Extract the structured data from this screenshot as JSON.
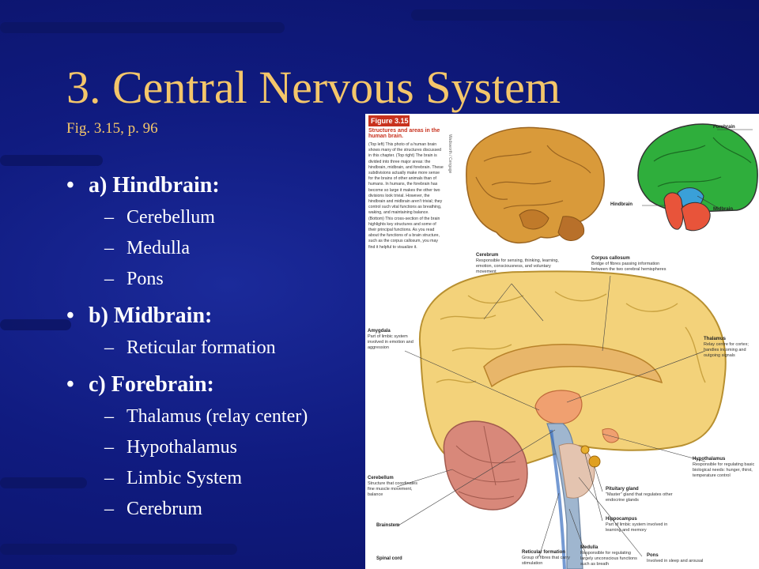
{
  "slide": {
    "title": "3. Central Nervous System",
    "subtitle": "Fig. 3.15, p. 96"
  },
  "bullets": [
    {
      "heading": "a) Hindbrain:",
      "items": [
        "Cerebellum",
        "Medulla",
        "Pons"
      ]
    },
    {
      "heading": "b) Midbrain:",
      "items": [
        "Reticular formation"
      ]
    },
    {
      "heading": "c) Forebrain:",
      "items": [
        "Thalamus (relay center)",
        "Hypothalamus",
        "Limbic System",
        "Cerebrum"
      ]
    }
  ],
  "symbols": {
    "bullet": "•",
    "dash": "–"
  },
  "figure": {
    "tag": "Figure 3.15",
    "title": "Structures and areas in the human brain.",
    "caption": "(Top left) This photo of a human brain shows many of the structures discussed in this chapter. (Top right) The brain is divided into three major areas: the hindbrain, midbrain, and forebrain. These subdivisions actually make more sense for the brains of other animals than of humans. In humans, the forebrain has become so large it makes the other two divisions look trivial. However, the hindbrain and midbrain aren't trivial; they control such vital functions as breathing, waking, and maintaining balance. (Bottom) This cross-section of the brain highlights key structures and some of their principal functions. As you read about the functions of a brain structure, such as the corpus callosum, you may find it helpful to visualize it.",
    "credit": "Wadsworth / Cengage",
    "diagram_labels": {
      "forebrain": "Forebrain",
      "hindbrain": "Hindbrain",
      "midbrain": "Midbrain"
    },
    "labels": {
      "cerebrum": {
        "name": "Cerebrum",
        "desc": "Responsible for sensing, thinking, learning, emotion, consciousness, and voluntary movement"
      },
      "corpus_callosum": {
        "name": "Corpus callosum",
        "desc": "Bridge of fibres passing information between the two cerebral hemispheres"
      },
      "amygdala": {
        "name": "Amygdala",
        "desc": "Part of limbic system involved in emotion and aggression"
      },
      "thalamus": {
        "name": "Thalamus",
        "desc": "Relay centre for cortex; handles incoming and outgoing signals"
      },
      "hypothalamus": {
        "name": "Hypothalamus",
        "desc": "Responsible for regulating basic biological needs: hunger, thirst, temperature control"
      },
      "pituitary": {
        "name": "Pituitary gland",
        "desc": "\"Master\" gland that regulates other endocrine glands"
      },
      "cerebellum": {
        "name": "Cerebellum",
        "desc": "Structure that coordinates fine muscle movement, balance"
      },
      "hippocampus": {
        "name": "Hippocampus",
        "desc": "Part of limbic system involved in learning and memory"
      },
      "brainstem": {
        "name": "Brainstem",
        "desc": ""
      },
      "reticular": {
        "name": "Reticular formation",
        "desc": "Group of fibres that carry stimulation"
      },
      "medulla": {
        "name": "Medulla",
        "desc": "Responsible for regulating largely unconscious functions such as breath"
      },
      "pons": {
        "name": "Pons",
        "desc": "Involved in sleep and arousal"
      },
      "spinal_cord": {
        "name": "Spinal cord",
        "desc": ""
      }
    }
  },
  "colors": {
    "background": "#101a78",
    "title": "#f4c66a",
    "text": "#ffffff",
    "figure_accent": "#c8321e",
    "forebrain": "#2fae3c",
    "hindbrain": "#e8543a",
    "midbrain": "#3aa0d8"
  }
}
